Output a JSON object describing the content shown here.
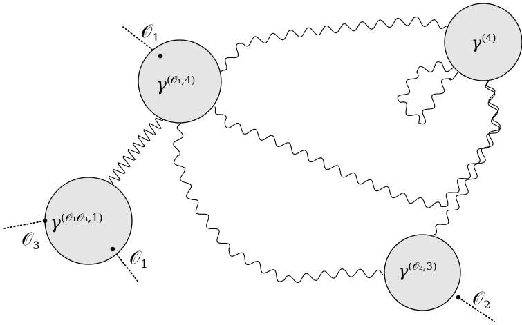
{
  "colors": {
    "blob_fill": "#e5e5e5",
    "stroke": "#000000",
    "background": "#ffffff"
  },
  "blobs": {
    "b1": {
      "gamma": "γ",
      "sup": "(𝒪₁,4)"
    },
    "b2": {
      "gamma": "γ",
      "sup": "(4)"
    },
    "b3": {
      "gamma": "γ",
      "sup": "(𝒪₁𝒪₃,1)"
    },
    "b4": {
      "gamma": "γ",
      "sup": "(𝒪₂,3)"
    }
  },
  "operators": {
    "o1_top": {
      "symbol": "𝒪",
      "index": "1"
    },
    "o3_left": {
      "symbol": "𝒪",
      "index": "3"
    },
    "o1_bottom": {
      "symbol": "𝒪",
      "index": "1"
    },
    "o2_right": {
      "symbol": "𝒪",
      "index": "2"
    }
  }
}
